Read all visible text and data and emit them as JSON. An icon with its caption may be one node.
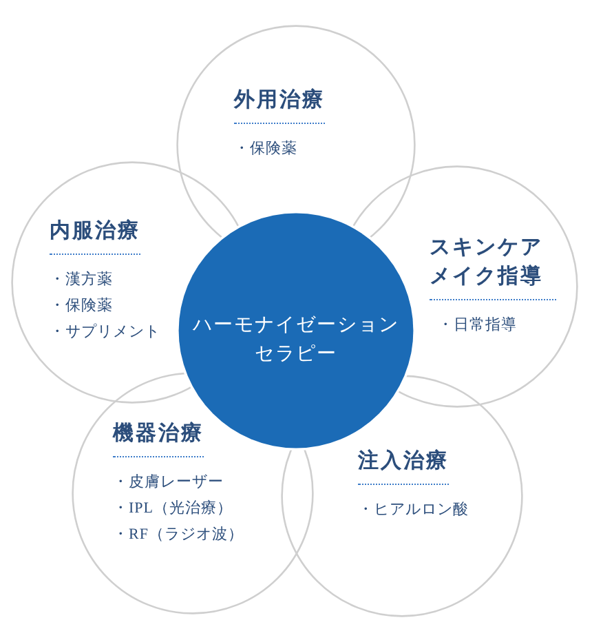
{
  "diagram": {
    "nodes": [
      {
        "text": [
          "外用治療",
          "・保険薬"
        ]
      },
      {
        "text": [
          "内服治療",
          "・漢方薬",
          "・保険薬",
          "・サプリメント"
        ]
      },
      {
        "text": [
          "スキンケアメイク指導",
          "・日常指導"
        ]
      },
      {
        "text": [
          "ハーモナイゼーションセラピー"
        ]
      },
      {
        "text": [
          "機器治療",
          "・皮膚レーザー",
          "・IPL（光治療）",
          "・RF（ラジオ波）"
        ]
      },
      {
        "text": [
          "注入治療",
          "・ヒアルロン酸"
        ]
      }
    ]
  }
}
